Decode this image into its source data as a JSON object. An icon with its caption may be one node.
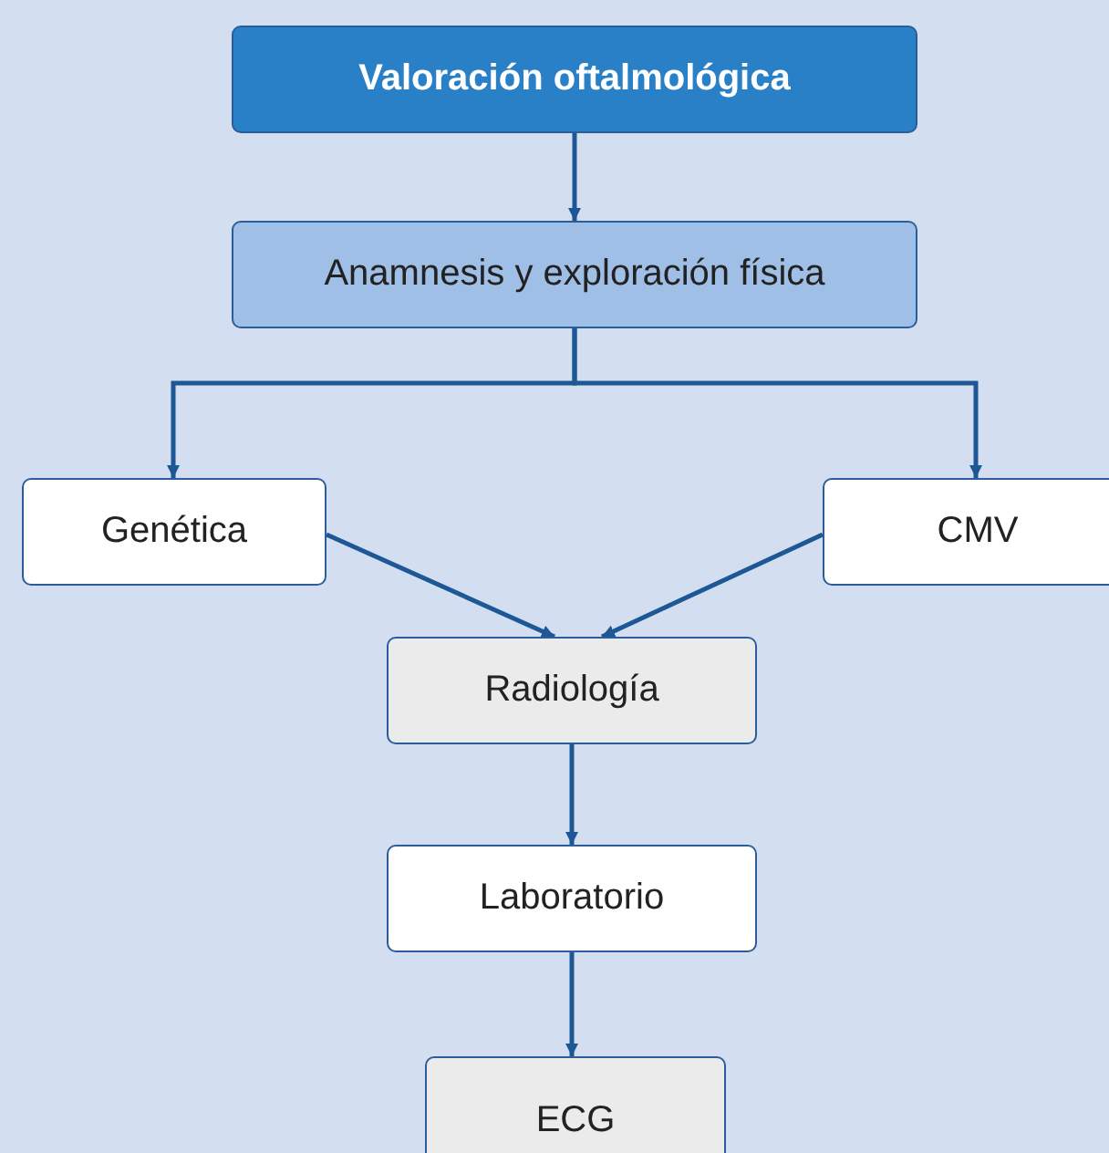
{
  "diagram": {
    "nodes": [
      {
        "text": [
          "Valoración oftalmológica"
        ]
      },
      {
        "text": [
          "Anamnesis y exploración física"
        ]
      },
      {
        "text": [
          "Genética"
        ]
      },
      {
        "text": [
          "CMV"
        ]
      },
      {
        "text": [
          "Radiología"
        ]
      },
      {
        "text": [
          "Laboratorio"
        ]
      },
      {
        "text": [
          "ECG"
        ]
      }
    ],
    "edges": [
      {
        "from": 0,
        "to": 1,
        "arrow": "to"
      },
      {
        "from": 1,
        "to": 2,
        "arrow": "to"
      },
      {
        "from": 1,
        "to": 3,
        "arrow": "to"
      },
      {
        "from": 2,
        "to": 4,
        "arrow": "to"
      },
      {
        "from": 3,
        "to": 4,
        "arrow": "to"
      },
      {
        "from": 4,
        "to": 5,
        "arrow": "to"
      },
      {
        "from": 5,
        "to": 6,
        "arrow": "to"
      }
    ]
  }
}
